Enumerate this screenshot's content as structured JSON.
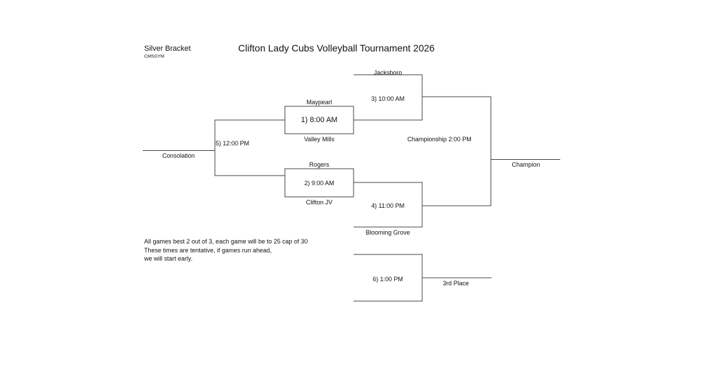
{
  "title": "Clifton Lady Cubs Volleyball Tournament 2026",
  "bracket_name": "Silver Bracket",
  "venue": "CMSGYM",
  "teams": {
    "maypearl": "Maypearl",
    "valley_mills": "Valley Mills",
    "rogers": "Rogers",
    "clifton_jv": "Clifton JV",
    "jacksboro": "Jacksboro",
    "blooming_grove": "Blooming Grove"
  },
  "games": {
    "g1": "1) 8:00 AM",
    "g2": "2) 9:00 AM",
    "g3": "3) 10:00 AM",
    "g4": "4) 11:00 PM",
    "g5": "5) 12:00 PM",
    "g6": "6) 1:00 PM",
    "championship": "Championship 2:00 PM"
  },
  "results": {
    "champion": "Champion",
    "consolation": "Consolation",
    "third_place": "3rd Place"
  },
  "notes": [
    "All games best 2 out of 3, each game will be to 25 cap of 30",
    "These times are tentative, if games run ahead,",
    "we will start early."
  ]
}
